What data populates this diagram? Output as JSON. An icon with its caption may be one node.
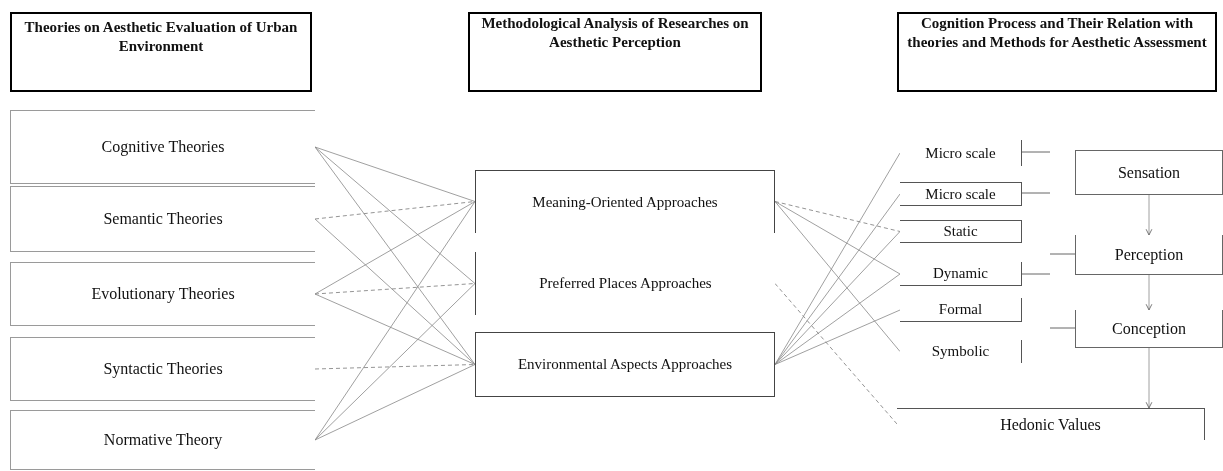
{
  "diagram": {
    "nodes": [
      {
        "text": [
          "Theories on Aesthetic Evaluation of Urban Environment"
        ]
      },
      {
        "text": [
          "Methodological Analysis of Researches on Aesthetic Perception"
        ]
      },
      {
        "text": [
          "Cognition Process and Their Relation with theories and Methods for Aesthetic Assessment"
        ]
      },
      {
        "text": [
          "Cognitive Theories"
        ]
      },
      {
        "text": [
          "Semantic Theories"
        ]
      },
      {
        "text": [
          "Evolutionary Theories"
        ]
      },
      {
        "text": [
          "Syntactic Theories"
        ]
      },
      {
        "text": [
          "Normative Theory"
        ]
      },
      {
        "text": [
          "Meaning-Oriented Approaches"
        ]
      },
      {
        "text": [
          "Preferred Places Approaches"
        ]
      },
      {
        "text": [
          "Environmental Aspects Approaches"
        ]
      },
      {
        "text": [
          "Micro scale"
        ]
      },
      {
        "text": [
          "Micro scale"
        ]
      },
      {
        "text": [
          "Static"
        ]
      },
      {
        "text": [
          "Dynamic"
        ]
      },
      {
        "text": [
          "Formal"
        ]
      },
      {
        "text": [
          "Symbolic"
        ]
      },
      {
        "text": [
          "Sensation"
        ]
      },
      {
        "text": [
          "Perception"
        ]
      },
      {
        "text": [
          "Conception"
        ]
      },
      {
        "text": [
          "Hedonic Values"
        ]
      }
    ],
    "edges": [
      {
        "from": 3,
        "to": 8,
        "arrow": "none"
      },
      {
        "from": 3,
        "to": 9,
        "arrow": "none"
      },
      {
        "from": 3,
        "to": 10,
        "arrow": "none"
      },
      {
        "from": 4,
        "to": 8,
        "arrow": "none",
        "style": "dashed"
      },
      {
        "from": 4,
        "to": 10,
        "arrow": "none"
      },
      {
        "from": 5,
        "to": 8,
        "arrow": "none"
      },
      {
        "from": 5,
        "to": 9,
        "arrow": "none",
        "style": "dashed"
      },
      {
        "from": 5,
        "to": 10,
        "arrow": "none"
      },
      {
        "from": 6,
        "to": 10,
        "arrow": "none",
        "style": "dashed"
      },
      {
        "from": 7,
        "to": 8,
        "arrow": "none"
      },
      {
        "from": 7,
        "to": 9,
        "arrow": "none"
      },
      {
        "from": 7,
        "to": 10,
        "arrow": "none"
      },
      {
        "from": 8,
        "to": 13,
        "arrow": "none",
        "style": "dashed"
      },
      {
        "from": 8,
        "to": 14,
        "arrow": "none"
      },
      {
        "from": 8,
        "to": 16,
        "arrow": "none"
      },
      {
        "from": 9,
        "to": 20,
        "arrow": "none",
        "style": "dashed"
      },
      {
        "from": 10,
        "to": 11,
        "arrow": "none"
      },
      {
        "from": 10,
        "to": 12,
        "arrow": "none"
      },
      {
        "from": 10,
        "to": 13,
        "arrow": "none"
      },
      {
        "from": 10,
        "to": 14,
        "arrow": "none"
      },
      {
        "from": 10,
        "to": 15,
        "arrow": "none"
      },
      {
        "from": 17,
        "to": 18,
        "arrow": "to"
      },
      {
        "from": 18,
        "to": 19,
        "arrow": "to"
      },
      {
        "from": 19,
        "to": 20,
        "arrow": "to"
      }
    ]
  }
}
